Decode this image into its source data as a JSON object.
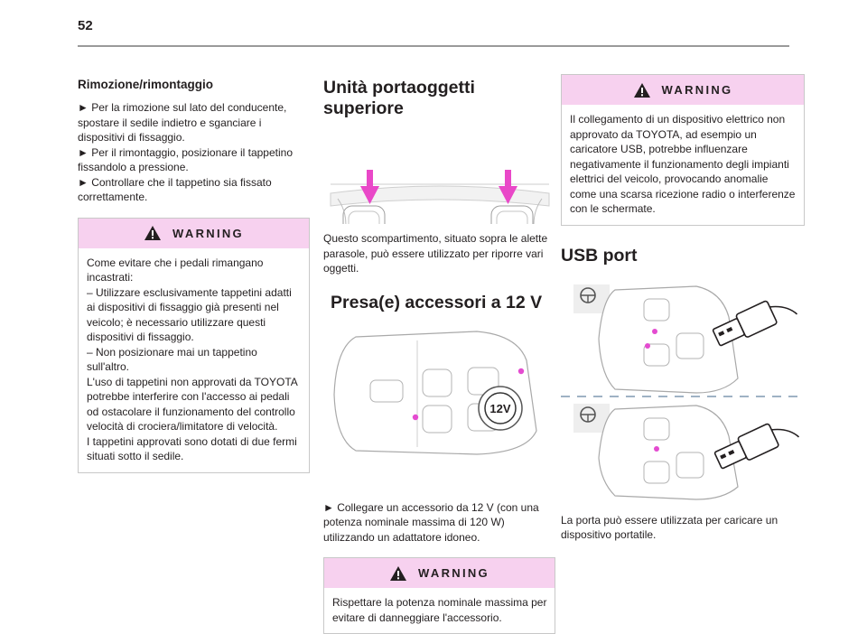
{
  "page": {
    "number": "52"
  },
  "col1": {
    "heading": "Rimozione/rimontaggio",
    "body": "► Per la rimozione sul lato del conducente, spostare il sedile indietro e sganciare i dispositivi di fissaggio.\n► Per il rimontaggio, posizionare il tappetino fissandolo a pressione.\n► Controllare che il tappetino sia fissato correttamente.",
    "warning": {
      "title": "WARNING",
      "text": "Come evitare che i pedali rimangano incastrati:\n– Utilizzare esclusivamente tappetini adatti ai dispositivi di fissaggio già presenti nel veicolo; è necessario utilizzare questi dispositivi di fissaggio.\n– Non posizionare mai un tappetino sull'altro.\nL'uso di tappetini non approvati da TOYOTA potrebbe interferire con l'accesso ai pedali od ostacolare il funzionamento del controllo velocità di crociera/limitatore di velocità.\nI tappetini approvati sono dotati di due fermi situati sotto il sedile."
    }
  },
  "col2": {
    "heading1": "Unità portaoggetti superiore",
    "text1": "Questo scompartimento, situato sopra le alette parasole, può essere utilizzato per riporre vari oggetti.",
    "heading2": "Presa(e) accessori a 12 V",
    "socket_label": "12V",
    "text2": "► Collegare un accessorio da 12 V (con una potenza nominale massima di 120 W) utilizzando un adattatore idoneo.",
    "warning": {
      "title": "WARNING",
      "text": "Rispettare la potenza nominale massima per evitare di danneggiare l'accessorio."
    }
  },
  "col3": {
    "warning": {
      "title": "WARNING",
      "text": "Il collegamento di un dispositivo elettrico non approvato da TOYOTA, ad esempio un caricatore USB, potrebbe influenzare negativamente il funzionamento degli impianti elettrici del veicolo, provocando anomalie come una scarsa ricezione radio o interferenze con le schermate."
    },
    "heading": "USB port",
    "text": "La porta può essere utilizzata per caricare un dispositivo portatile."
  },
  "colors": {
    "warning_band": "#f7d1ef",
    "arrow": "#e948c8",
    "dot": "#e44bd0",
    "rule": "#9a9a9a"
  }
}
